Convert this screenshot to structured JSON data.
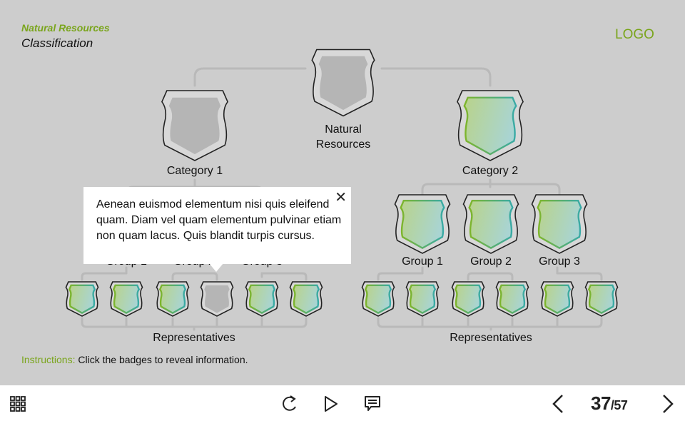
{
  "header": {
    "title": "Natural Resources",
    "subtitle": "Classification",
    "logo": "LOGO"
  },
  "colors": {
    "accent": "#7aa51c",
    "stage_bg": "#cdcdcd",
    "badge_revealed_start": "#8dbf3a",
    "badge_revealed_end": "#3fb0b0",
    "badge_hidden": "#b5b5b5"
  },
  "tree": {
    "root": {
      "label_line1": "Natural",
      "label_line2": "Resources",
      "revealed": false
    },
    "categories": [
      {
        "label": "Category 1",
        "revealed": false
      },
      {
        "label": "Category 2",
        "revealed": true
      }
    ],
    "left_groups": [
      "Group 1",
      "Group 2",
      "Group 3"
    ],
    "right_groups": [
      {
        "label": "Group 1",
        "revealed": true
      },
      {
        "label": "Group 2",
        "revealed": true
      },
      {
        "label": "Group 3",
        "revealed": true
      }
    ],
    "left_representatives": [
      true,
      true,
      true,
      false,
      true,
      true
    ],
    "right_representatives": [
      true,
      true,
      true,
      true,
      true,
      true
    ],
    "left_reps_label": "Representatives",
    "right_reps_label": "Representatives"
  },
  "popup": {
    "text": "Aenean euismod elementum nisi quis eleifend quam. Diam vel quam elementum pulvinar etiam non quam lacus. Quis blandit turpis cursus.",
    "close_icon": "close-icon"
  },
  "instructions": {
    "key": "Instructions:",
    "text": " Click the badges to reveal information."
  },
  "toolbar": {
    "menu_icon": "grid-menu-icon",
    "replay_icon": "replay-icon",
    "play_icon": "play-icon",
    "notes_icon": "notes-icon",
    "prev_icon": "chevron-left-icon",
    "next_icon": "chevron-right-icon",
    "current_page": "37",
    "total_pages": "/57"
  }
}
